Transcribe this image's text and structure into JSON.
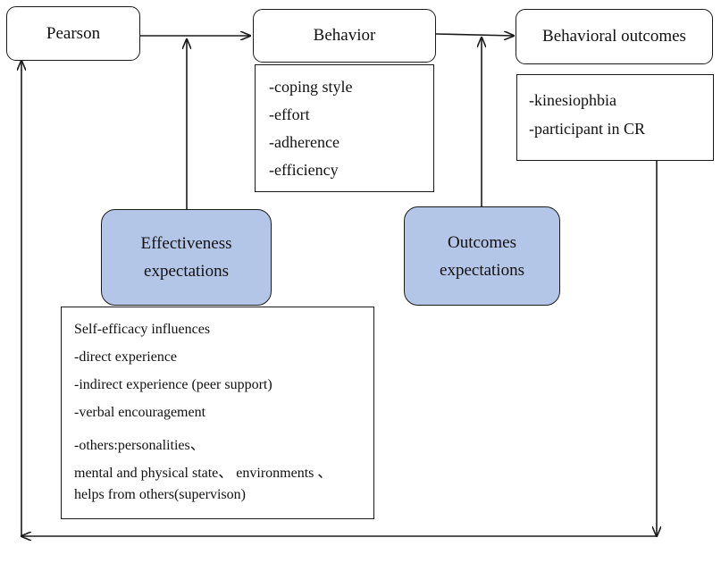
{
  "nodes": {
    "person": {
      "label": "Pearson"
    },
    "behavior": {
      "label": "Behavior"
    },
    "behavioral_outcomes": {
      "label": "Behavioral outcomes"
    },
    "effectiveness": {
      "line1": "Effectiveness",
      "line2": "expectations"
    },
    "outcomes": {
      "line1": "Outcomes",
      "line2": "expectations"
    }
  },
  "behavior_list": [
    "-coping style",
    "-effort",
    "-adherence",
    "-efficiency"
  ],
  "outcomes_list": [
    "-kinesiophbia",
    "-participant in CR"
  ],
  "self_efficacy": {
    "lines": [
      "Self-efficacy influences",
      "-direct experience",
      "-indirect experience (peer support)",
      "-verbal encouragement",
      "-others:personalities、",
      "mental and physical state、   environments 、",
      "helps from others(supervison)"
    ]
  },
  "colors": {
    "line": "#1a1a1a",
    "highlight_fill": "#b4c6e7",
    "box_fill": "#ffffff"
  }
}
